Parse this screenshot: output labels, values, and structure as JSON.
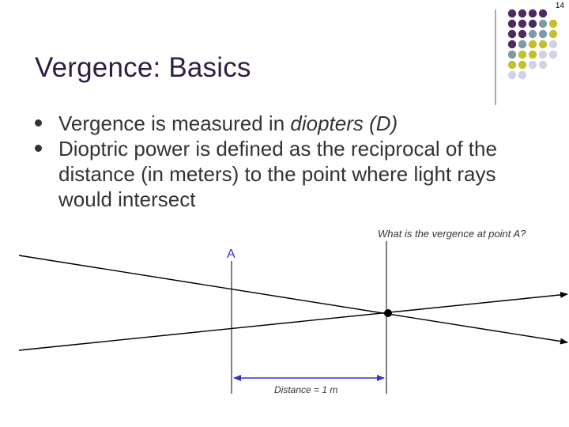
{
  "slide_number": "14",
  "title": "Vergence: Basics",
  "bullets": [
    {
      "text_before": "Vergence is measured in ",
      "italic": "diopters (D)",
      "text_after": ""
    },
    {
      "text_before": "Dioptric power is defined as the reciprocal of the distance (in meters) to the point where light rays would intersect",
      "italic": "",
      "text_after": ""
    }
  ],
  "question": "What is the vergence at point A?",
  "diagram": {
    "point_label": "A",
    "distance_label": "Distance = 1 m",
    "ray_color": "#000000",
    "accent_color": "#3333cc"
  },
  "decor": {
    "colors": {
      "purple": "#4b2c5e",
      "teal": "#7c9ba3",
      "olive": "#c3c02a",
      "lavender": "#d2d2e6"
    }
  }
}
